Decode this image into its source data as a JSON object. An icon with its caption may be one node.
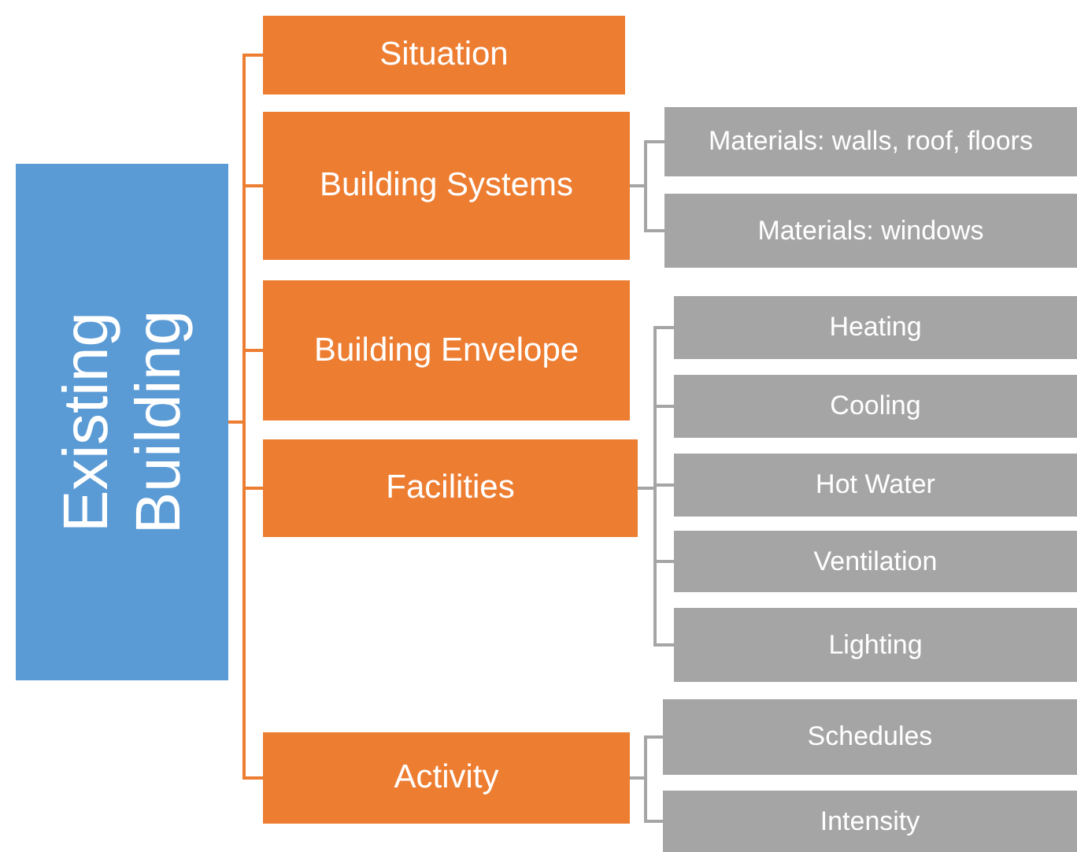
{
  "diagram": {
    "nodes": [
      {
        "text": [
          "Existing Building"
        ]
      },
      {
        "text": [
          "Situation"
        ]
      },
      {
        "text": [
          "Building Systems"
        ]
      },
      {
        "text": [
          "Building Envelope"
        ]
      },
      {
        "text": [
          "Facilities"
        ]
      },
      {
        "text": [
          "Activity"
        ]
      },
      {
        "text": [
          "Materials: walls, roof, floors"
        ]
      },
      {
        "text": [
          "Materials: windows"
        ]
      },
      {
        "text": [
          "Heating"
        ]
      },
      {
        "text": [
          "Cooling"
        ]
      },
      {
        "text": [
          "Hot Water"
        ]
      },
      {
        "text": [
          "Ventilation"
        ]
      },
      {
        "text": [
          "Lighting"
        ]
      },
      {
        "text": [
          "Schedules"
        ]
      },
      {
        "text": [
          "Intensity"
        ]
      }
    ],
    "edges": [
      {
        "from": 0,
        "to": 1,
        "arrow": "none",
        "color": "#ed7d31"
      },
      {
        "from": 0,
        "to": 2,
        "arrow": "none",
        "color": "#ed7d31"
      },
      {
        "from": 0,
        "to": 3,
        "arrow": "none",
        "color": "#ed7d31"
      },
      {
        "from": 0,
        "to": 4,
        "arrow": "none",
        "color": "#ed7d31"
      },
      {
        "from": 0,
        "to": 5,
        "arrow": "none",
        "color": "#ed7d31"
      },
      {
        "from": 2,
        "to": 6,
        "arrow": "none"
      },
      {
        "from": 2,
        "to": 7,
        "arrow": "none"
      },
      {
        "from": 4,
        "to": 8,
        "arrow": "none"
      },
      {
        "from": 4,
        "to": 9,
        "arrow": "none"
      },
      {
        "from": 4,
        "to": 10,
        "arrow": "none"
      },
      {
        "from": 4,
        "to": 11,
        "arrow": "none"
      },
      {
        "from": 4,
        "to": 12,
        "arrow": "none"
      },
      {
        "from": 5,
        "to": 13,
        "arrow": "none"
      },
      {
        "from": 5,
        "to": 14,
        "arrow": "none"
      }
    ]
  }
}
